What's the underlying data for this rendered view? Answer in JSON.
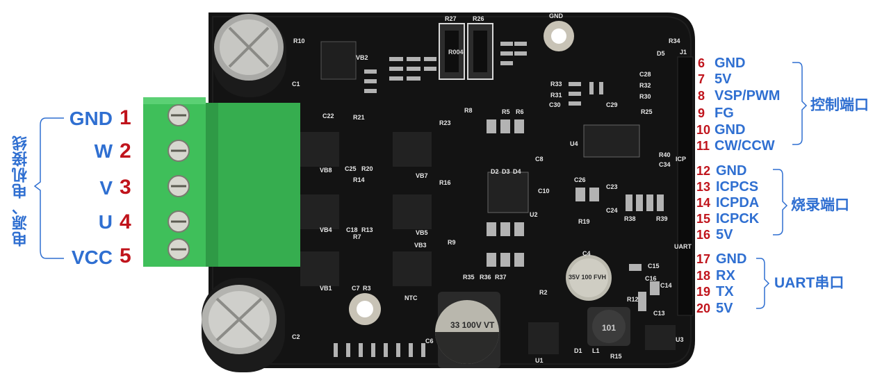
{
  "board": {
    "silkscreen": {
      "r27": "R27",
      "r26": "R26",
      "gnd_hole": "GND",
      "r34": "R34",
      "d5": "D5",
      "j1": "J1",
      "r10": "R10",
      "vb2": "VB2",
      "r004": "R004",
      "c1": "C1",
      "r33": "R33",
      "r31": "R31",
      "c30": "C30",
      "r32": "R32",
      "r30": "R30",
      "c28": "C28",
      "c29": "C29",
      "r25": "R25",
      "r8": "R8",
      "r5": "R5",
      "r6": "R6",
      "c22": "C22",
      "r21": "R21",
      "r23": "R23",
      "u4": "U4",
      "r40": "R40",
      "c34": "C34",
      "icp": "ICP",
      "vb8": "VB8",
      "c25": "C25",
      "r20": "R20",
      "vb7": "VB7",
      "d2": "D2",
      "d3": "D3",
      "d4": "D4",
      "c8": "C8",
      "c10": "C10",
      "r14": "R14",
      "r16": "R16",
      "c26": "C26",
      "c23": "C23",
      "c24": "C24",
      "vb4": "VB4",
      "c18": "C18",
      "r13": "R13",
      "vb5": "VB5",
      "u2": "U2",
      "r19": "R19",
      "r38": "R38",
      "r39": "R39",
      "uart": "UART",
      "r7": "R7",
      "vb3": "VB3",
      "r9": "R9",
      "c4": "C4",
      "vb1": "VB1",
      "c7": "C7",
      "r3": "R3",
      "ntc": "NTC",
      "r35": "R35",
      "r36": "R36",
      "r37": "R37",
      "c15": "C15",
      "c16": "C16",
      "c14": "C14",
      "r12": "R12",
      "c13": "C13",
      "c2": "C2",
      "c6": "C6",
      "u1": "U1",
      "d1": "D1",
      "l1": "L1",
      "r15": "R15",
      "u3": "U3",
      "r2": "R2",
      "cap_big": "33 100V VT",
      "cap_c4": "35V 100 FVH",
      "inductor": "101"
    }
  },
  "left_terminal": {
    "group_label": "电源、电机接线",
    "pins": [
      {
        "num": "1",
        "name": "GND"
      },
      {
        "num": "2",
        "name": "W"
      },
      {
        "num": "3",
        "name": "V"
      },
      {
        "num": "4",
        "name": "U"
      },
      {
        "num": "5",
        "name": "VCC"
      }
    ]
  },
  "right_header": {
    "groups": [
      {
        "label": "控制端口",
        "pins": [
          {
            "num": "6",
            "name": "GND"
          },
          {
            "num": "7",
            "name": "5V"
          },
          {
            "num": "8",
            "name": "VSP/PWM"
          },
          {
            "num": "9",
            "name": "FG"
          },
          {
            "num": "10",
            "name": "GND"
          },
          {
            "num": "11",
            "name": "CW/CCW"
          }
        ]
      },
      {
        "label": "烧录端口",
        "pins": [
          {
            "num": "12",
            "name": "GND"
          },
          {
            "num": "13",
            "name": "ICPCS"
          },
          {
            "num": "14",
            "name": "ICPDA"
          },
          {
            "num": "15",
            "name": "ICPCK"
          },
          {
            "num": "16",
            "name": "5V"
          }
        ]
      },
      {
        "label": "UART串口",
        "pins": [
          {
            "num": "17",
            "name": "GND"
          },
          {
            "num": "18",
            "name": "RX"
          },
          {
            "num": "19",
            "name": "TX"
          },
          {
            "num": "20",
            "name": "5V"
          }
        ]
      }
    ]
  },
  "colors": {
    "pcb": "#121212",
    "terminal": "#3fbf5a",
    "label_blue": "#2f6fd1",
    "pin_red": "#c0141c"
  }
}
